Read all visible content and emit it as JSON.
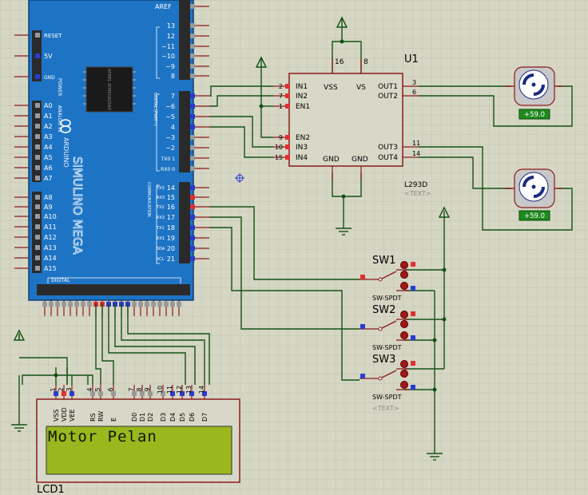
{
  "arduino": {
    "brand": "SIMULINO MEGA",
    "maker": "ARDUINO",
    "chip_label": "ATMEL ATMEGA2560",
    "top_pins": [
      {
        "num": "",
        "label": "AREF"
      },
      {
        "num": "13",
        "label": ""
      },
      {
        "num": "12",
        "label": ""
      },
      {
        "num": "11",
        "label": "~"
      },
      {
        "num": "10",
        "label": "~"
      },
      {
        "num": "9",
        "label": "~"
      },
      {
        "num": "8",
        "label": ""
      }
    ],
    "mid_pins": [
      {
        "num": "7",
        "label": ""
      },
      {
        "num": "6",
        "label": "~"
      },
      {
        "num": "5",
        "label": "~"
      },
      {
        "num": "4",
        "label": ""
      },
      {
        "num": "3",
        "label": "~"
      },
      {
        "num": "2",
        "label": "~"
      },
      {
        "num": "1",
        "label": "TX0"
      },
      {
        "num": "0",
        "label": "RX0"
      }
    ],
    "comm_pins": [
      {
        "num": "14",
        "label": "TX3"
      },
      {
        "num": "15",
        "label": "RX3"
      },
      {
        "num": "16",
        "label": "TX2"
      },
      {
        "num": "17",
        "label": "RX2"
      },
      {
        "num": "18",
        "label": "TX1"
      },
      {
        "num": "19",
        "label": "RX1"
      },
      {
        "num": "20",
        "label": "SDA"
      },
      {
        "num": "21",
        "label": "SCL"
      }
    ],
    "power_labels": [
      "RESET",
      "5V",
      "GND"
    ],
    "power_section": "POWER",
    "analog_section": "ANALOG IN",
    "digital_section": "DIGITAL (PWM~)",
    "comm_section": "COMMUNICATION",
    "digital_bottom": "DIGITAL",
    "analog_pins": [
      "A0",
      "A1",
      "A2",
      "A3",
      "A4",
      "A5",
      "A6",
      "A7",
      "A8",
      "A9",
      "A10",
      "A11",
      "A12",
      "A13",
      "A14",
      "A15"
    ]
  },
  "driver": {
    "ref": "U1",
    "part": "L293D",
    "text_placeholder": "<TEXT>",
    "top_pin_numbers": [
      "16",
      "8"
    ],
    "left_pins": [
      {
        "num": "2",
        "label": "IN1"
      },
      {
        "num": "7",
        "label": "IN2"
      },
      {
        "num": "1",
        "label": "EN1"
      },
      {
        "num": "9",
        "label": "EN2"
      },
      {
        "num": "10",
        "label": "IN3"
      },
      {
        "num": "15",
        "label": "IN4"
      }
    ],
    "right_pins": [
      {
        "num": "3",
        "label": "OUT1"
      },
      {
        "num": "6",
        "label": "OUT2"
      },
      {
        "num": "11",
        "label": "OUT3"
      },
      {
        "num": "14",
        "label": "OUT4"
      }
    ],
    "inner_labels": [
      "VSS",
      "VS",
      "GND",
      "GND"
    ]
  },
  "motors": [
    {
      "readout": "+59.0"
    },
    {
      "readout": "+59.0"
    }
  ],
  "switches": [
    {
      "ref": "SW1",
      "type": "SW-SPDT",
      "text": ""
    },
    {
      "ref": "SW2",
      "type": "SW-SPDT",
      "text": ""
    },
    {
      "ref": "SW3",
      "type": "SW-SPDT",
      "text": "<TEXT>"
    }
  ],
  "lcd": {
    "ref": "LCD1",
    "display_text": "Motor Pelan",
    "pin_numbers": [
      "1",
      "2",
      "3",
      "4",
      "5",
      "6",
      "7",
      "8",
      "9",
      "10",
      "11",
      "12",
      "13",
      "14"
    ],
    "pin_labels": [
      "VSS",
      "VDD",
      "VEE",
      "RS",
      "RW",
      "E",
      "D0",
      "D1",
      "D2",
      "D3",
      "D4",
      "D5",
      "D6",
      "D7"
    ]
  },
  "colors": {
    "background": "#d6d6c4",
    "board_blue": "#1e74c4",
    "wire_green": "#145214",
    "component_red": "#8b1a1a",
    "lcd_green": "#9ab81e",
    "readout_green": "#1e8a1e",
    "pin_red": "#e03030",
    "pin_blue": "#2a3cd0"
  }
}
